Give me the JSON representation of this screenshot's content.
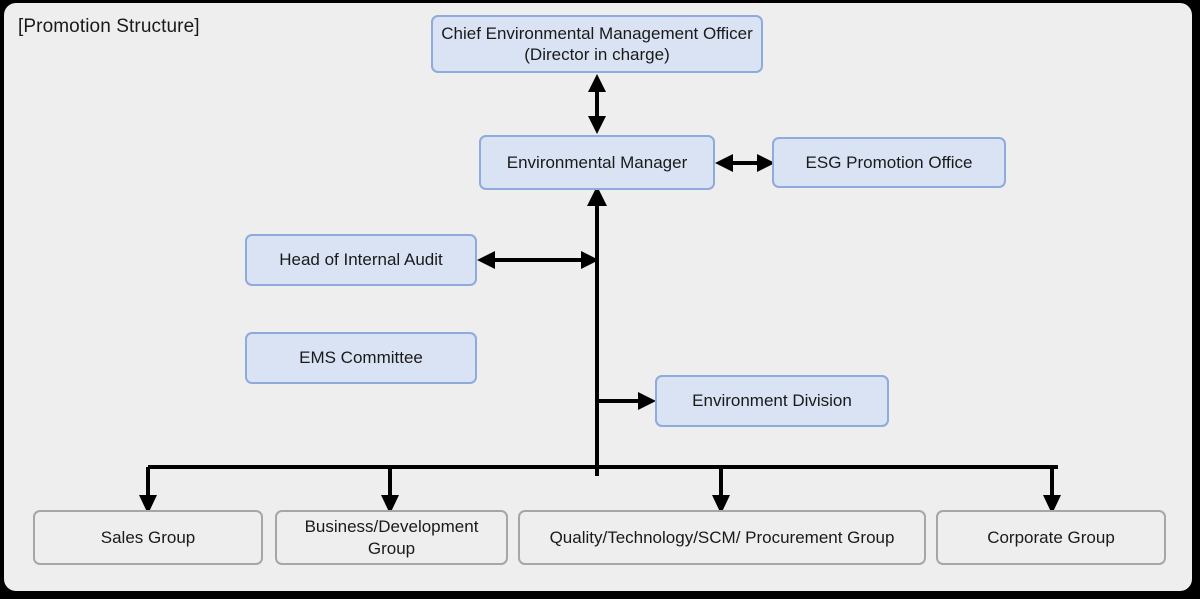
{
  "diagram": {
    "title": "[Promotion Structure]",
    "colors": {
      "background": "#000000",
      "panel": "#eeeeee",
      "blue_fill": "#dae3f3",
      "blue_border": "#8faadc",
      "gray_fill": "#eeeeee",
      "gray_border": "#a6a6a6",
      "connector": "#000000",
      "text": "#1a1a1a"
    },
    "nodes": {
      "chief_officer": "Chief Environmental Management Officer (Director in charge)",
      "environmental_manager": "Environmental Manager",
      "esg_promotion_office": "ESG Promotion Office",
      "head_internal_audit": "Head of Internal Audit",
      "ems_committee": "EMS Committee",
      "environment_division": "Environment Division",
      "sales_group": "Sales Group",
      "business_development_group": "Business/Development Group",
      "quality_group": "Quality/Technology/SCM/ Procurement Group",
      "corporate_group": "Corporate Group"
    },
    "connectors": [
      {
        "name": "chief-officer-to-environmental-manager",
        "type": "vertical-double-arrow"
      },
      {
        "name": "environmental-manager-to-esg-office",
        "type": "horizontal-double-arrow"
      },
      {
        "name": "head-internal-audit-to-trunk",
        "type": "horizontal-double-arrow"
      },
      {
        "name": "trunk-to-environmental-manager",
        "type": "vertical-arrow-up"
      },
      {
        "name": "trunk-to-environment-division",
        "type": "horizontal-arrow-right"
      },
      {
        "name": "trunk-to-group-distribution-bar",
        "type": "tree-branch-four-down-arrows"
      }
    ]
  }
}
